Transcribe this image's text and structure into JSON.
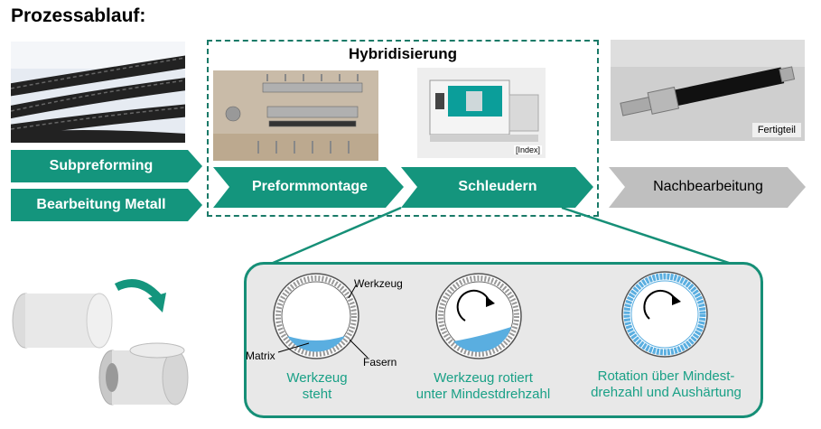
{
  "title": "Prozessablauf:",
  "hybrid_title": "Hybridisierung",
  "steps": {
    "subpreforming": "Subpreforming",
    "bearbeitung_metall": "Bearbeitung Metall",
    "preformmontage": "Preformmontage",
    "schleudern": "Schleudern",
    "nachbearbeitung": "Nachbearbeitung"
  },
  "image_labels": {
    "index": "[Index]",
    "fertigteil": "Fertigteil"
  },
  "diagram_labels": {
    "werkzeug": "Werkzeug",
    "matrix": "Matrix",
    "fasern": "Fasern"
  },
  "stages": [
    {
      "caption_line1": "Werkzeug",
      "caption_line2": "steht"
    },
    {
      "caption_line1": "Werkzeug rotiert",
      "caption_line2": "unter Mindestdrehzahl"
    },
    {
      "caption_line1": "Rotation über Mindest-",
      "caption_line2": "drehzahl und Aushärtung"
    }
  ],
  "colors": {
    "teal": "#14957d",
    "gray_arrow": "#bfbfbf",
    "fiber_blue": "#5aaee0",
    "frame_green": "#168f77"
  }
}
